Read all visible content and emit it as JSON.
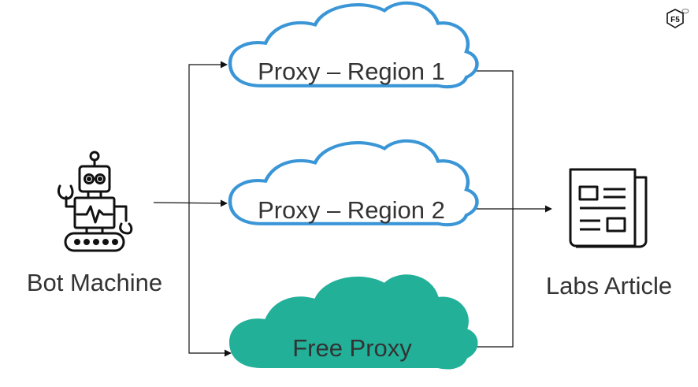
{
  "diagram": {
    "nodes": {
      "bot": {
        "label": "Bot Machine",
        "icon": "robot-icon"
      },
      "proxy1": {
        "label": "Proxy – Region 1",
        "icon": "cloud-outline-icon"
      },
      "proxy2": {
        "label": "Proxy – Region 2",
        "icon": "cloud-outline-icon"
      },
      "free": {
        "label": "Free Proxy",
        "icon": "cloud-filled-icon"
      },
      "article": {
        "label": "Labs Article",
        "icon": "newspaper-icon"
      }
    },
    "logo": {
      "text": "F5",
      "icon": "f5-logo-icon"
    },
    "colors": {
      "cloud_outline": "#3a96d6",
      "cloud_fill": "#22b099",
      "stroke": "#111111",
      "text": "#333333"
    }
  }
}
